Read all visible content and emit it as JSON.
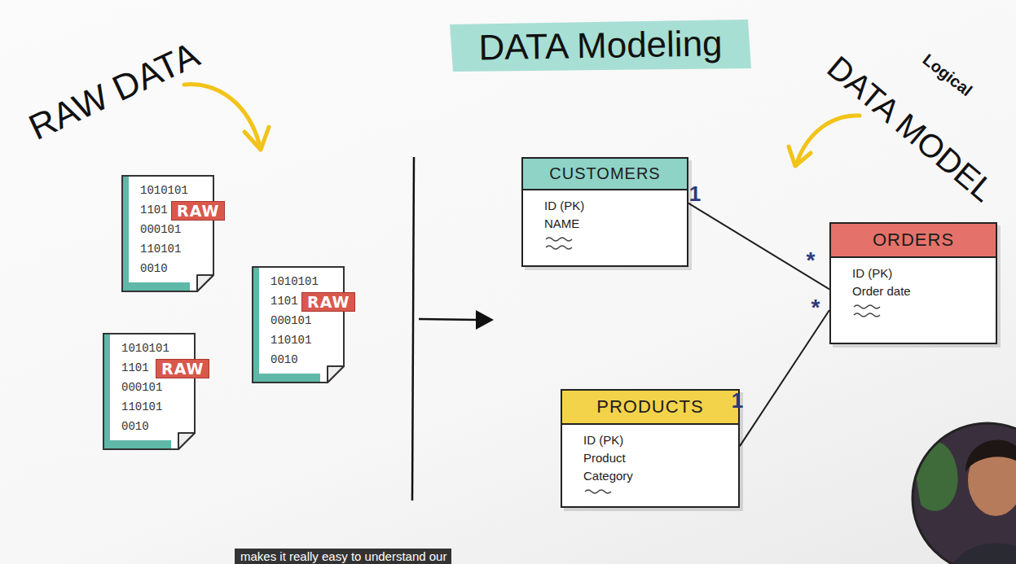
{
  "diagram": {
    "title": "DATA Modeling",
    "caption": "makes it really easy to understand our",
    "nodes": [
      {
        "text": [
          "1010101 1101 000101 110101 0010"
        ]
      },
      {
        "text": [
          "RAW"
        ],
        "in": 0
      },
      {
        "text": [
          "1010101 1101 000101 110101 0010"
        ]
      },
      {
        "text": [
          "RAW"
        ],
        "in": 2
      },
      {
        "text": [
          "1010101 1101 000101 110101 0010"
        ]
      },
      {
        "text": [
          "RAW"
        ],
        "in": 4
      },
      {
        "text": [
          "CUSTOMERS",
          "ID (PK)",
          "NAME"
        ]
      },
      {
        "text": [
          "ORDERS",
          "ID (PK)",
          "Order date"
        ]
      },
      {
        "text": [
          "PRODUCTS",
          "ID (PK)",
          "Product",
          "Category"
        ]
      }
    ],
    "edges": [
      {
        "from": 6,
        "to": 7,
        "arrow": "none"
      },
      {
        "from": 8,
        "to": 7,
        "arrow": "none"
      }
    ],
    "labels": [
      "RAW DATA",
      "Logical",
      "DATA MODEL",
      "1",
      "*",
      "*",
      "1"
    ]
  }
}
